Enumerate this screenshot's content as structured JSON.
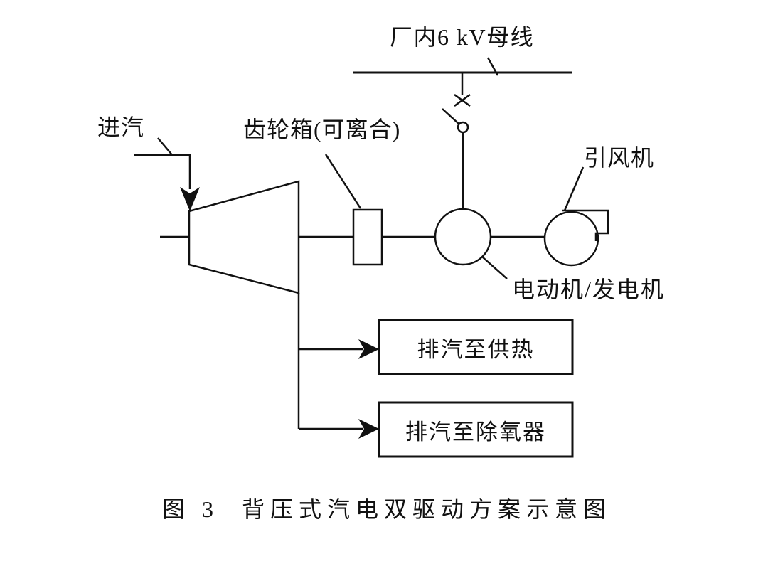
{
  "figure": {
    "labels": {
      "busbar": "厂内6 kV母线",
      "steam_inlet": "进汽",
      "gearbox": "齿轮箱(可离合)",
      "induced_draft_fan": "引风机",
      "motor_generator": "电动机/发电机"
    },
    "boxes": {
      "exhaust_to_heating": "排汽至供热",
      "exhaust_to_deaerator": "排汽至除氧器"
    },
    "caption": "图 3  背压式汽电双驱动方案示意图",
    "colors": {
      "line": "#111111",
      "background": "#ffffff"
    }
  }
}
